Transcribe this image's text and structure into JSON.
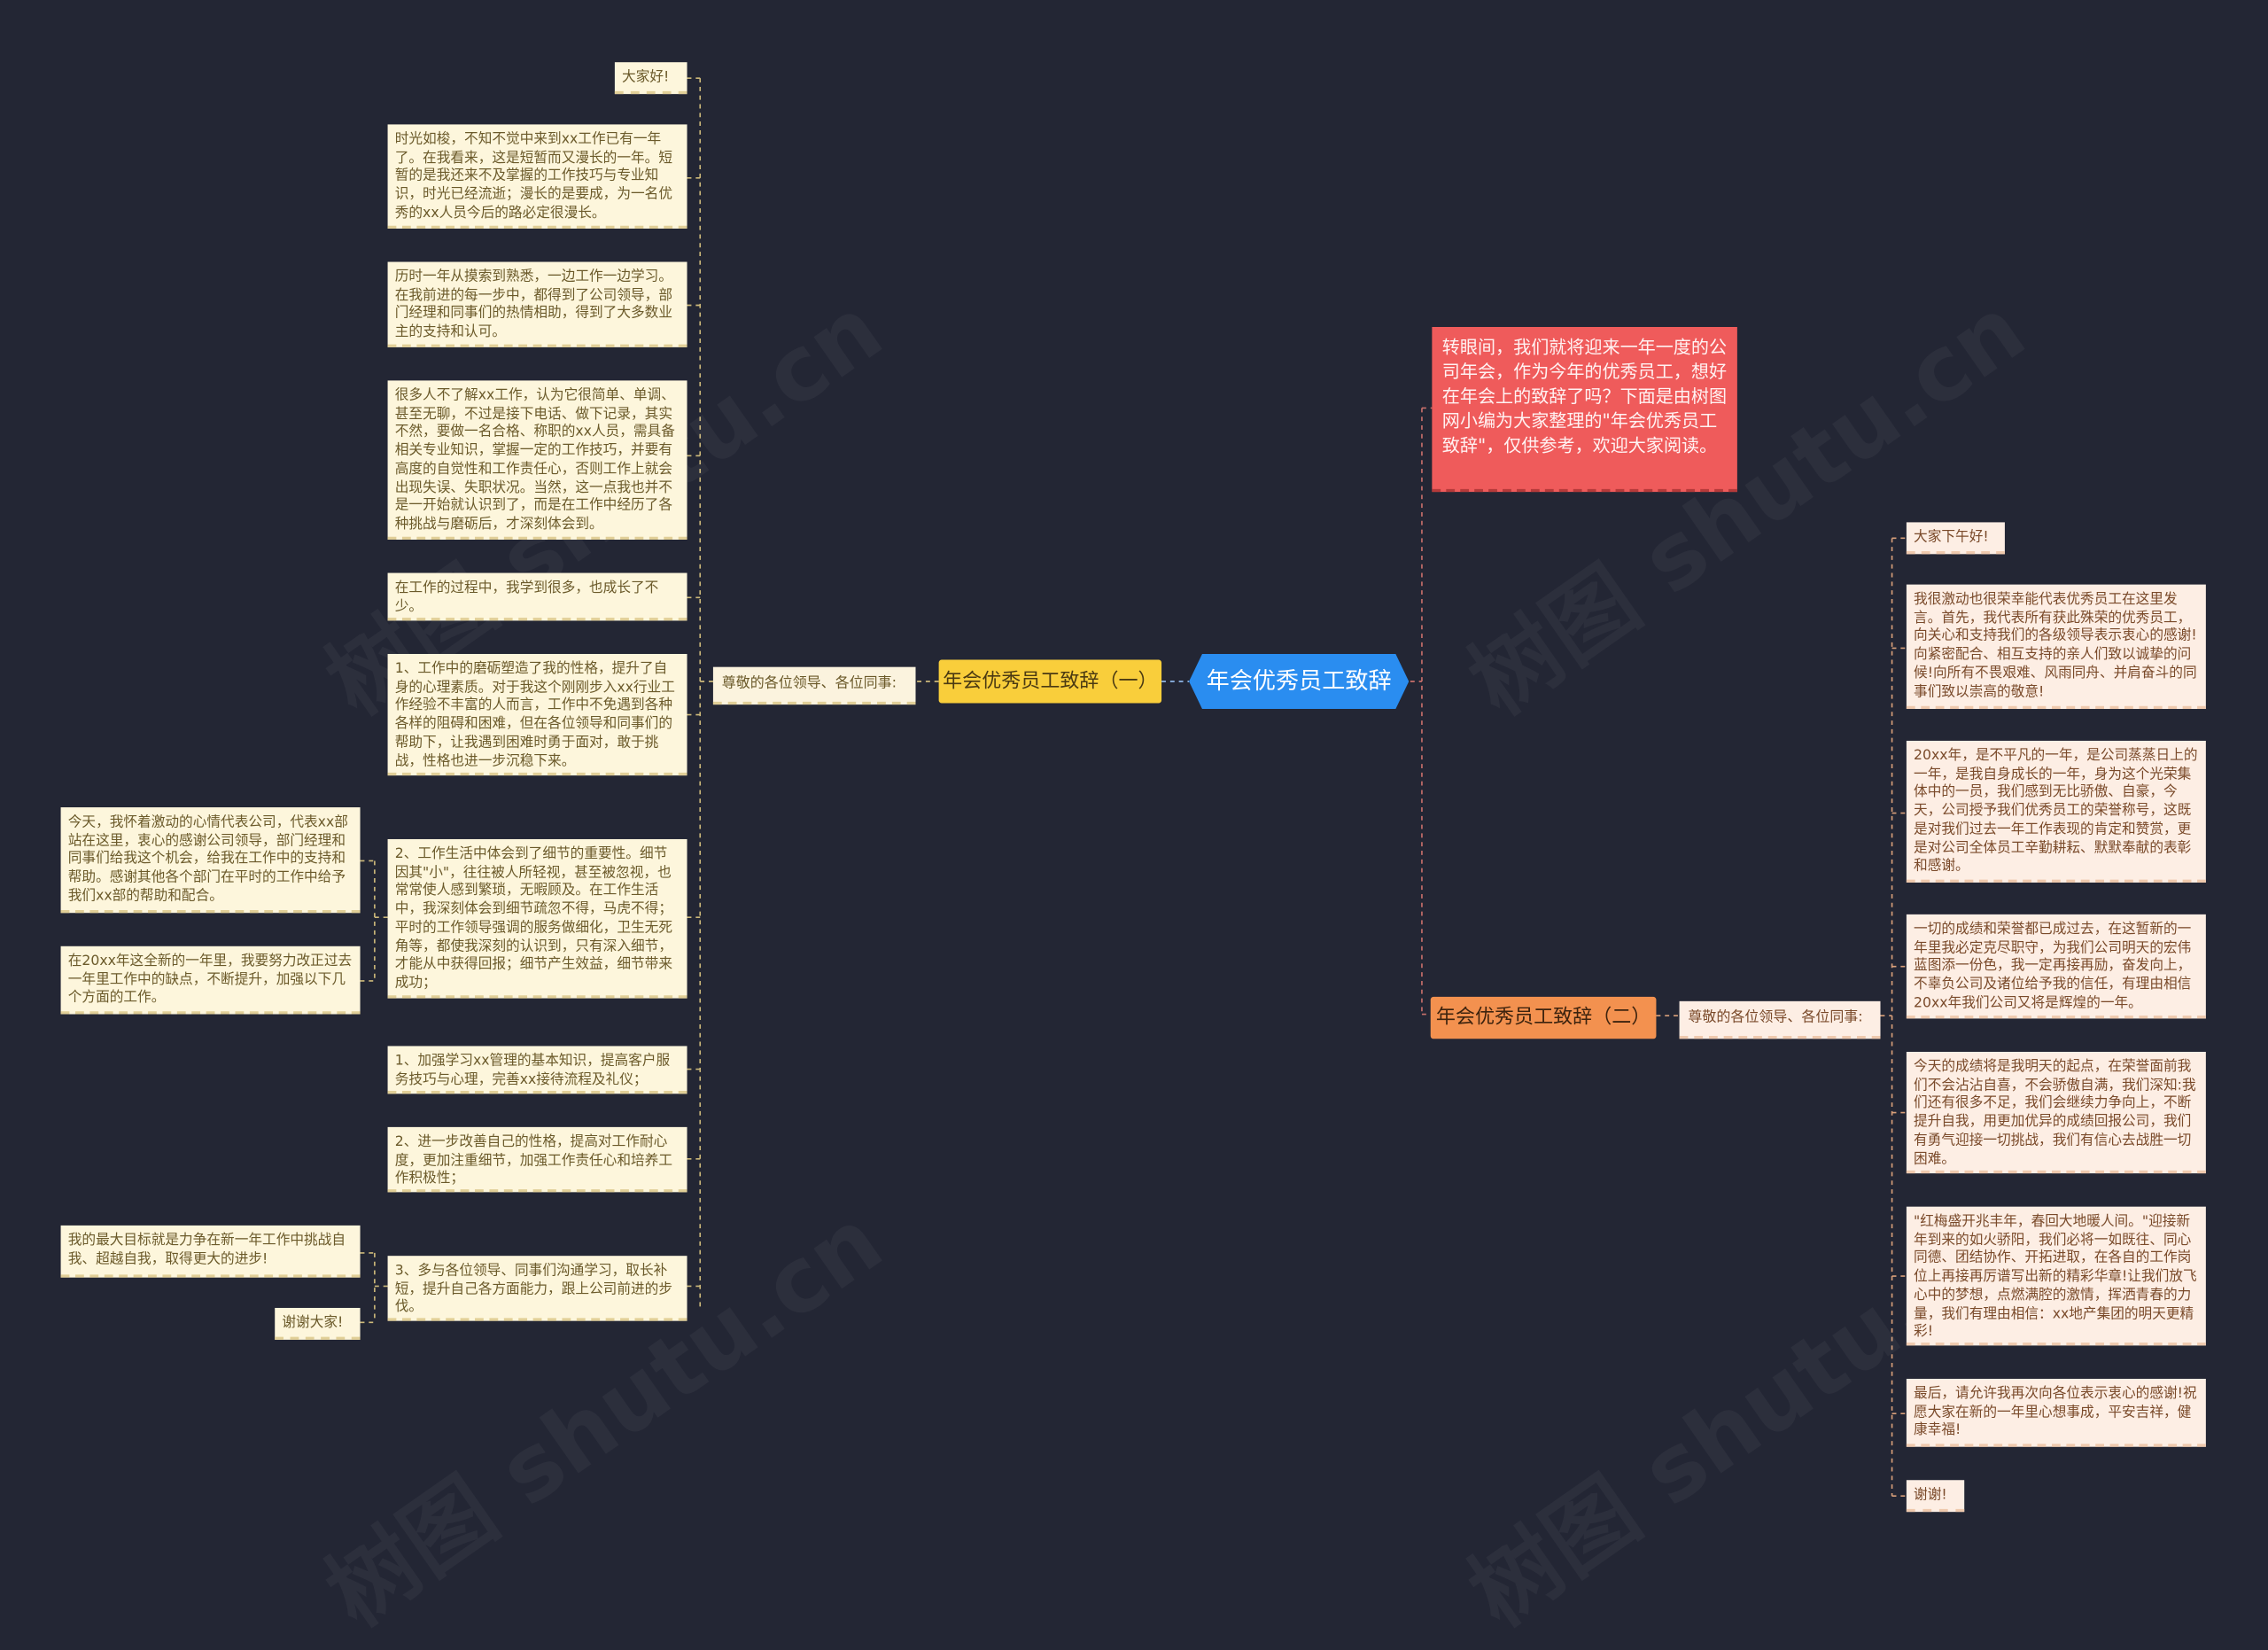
{
  "center": "年会优秀员工致辞",
  "intro": "转眼间，我们就将迎来一年一度的公司年会，作为今年的优秀员工，想好在年会上的致辞了吗？下面是由树图网小编为大家整理的\"年会优秀员工致辞\"，仅供参考，欢迎大家阅读。",
  "watermark": "树图 shutu.cn",
  "left": {
    "branch": "年会优秀员工致辞（一）",
    "greeting": "尊敬的各位领导、各位同事:",
    "items": [
      "大家好!",
      "时光如梭，不知不觉中来到xx工作已有一年了。在我看来，这是短暂而又漫长的一年。短暂的是我还来不及掌握的工作技巧与专业知识，时光已经流逝；漫长的是要成，为一名优秀的xx人员今后的路必定很漫长。",
      "历时一年从摸索到熟悉，一边工作一边学习。在我前进的每一步中，都得到了公司领导，部门经理和同事们的热情相助，得到了大多数业主的支持和认可。",
      "很多人不了解xx工作，认为它很简单、单调、甚至无聊，不过是接下电话、做下记录，其实不然，要做一名合格、称职的xx人员，需具备相关专业知识，掌握一定的工作技巧，并要有高度的自觉性和工作责任心，否则工作上就会出现失误、失职状况。当然，这一点我也并不是一开始就认识到了，而是在工作中经历了各种挑战与磨砺后，才深刻体会到。",
      "在工作的过程中，我学到很多，也成长了不少。",
      "1、工作中的磨砺塑造了我的性格，提升了自身的心理素质。对于我这个刚刚步入xx行业工作经验不丰富的人而言，工作中不免遇到各种各样的阻碍和困难，但在各位领导和同事们的帮助下，让我遇到困难时勇于面对，敢于挑战，性格也进一步沉稳下来。",
      "2、工作生活中体会到了细节的重要性。细节因其\"小\"，往往被人所轻视，甚至被忽视，也常常使人感到繁琐，无暇顾及。在工作生活中，我深刻体会到细节疏忽不得，马虎不得；平时的工作领导强调的服务做细化，卫生无死角等，都使我深刻的认识到，只有深入细节，才能从中获得回报；细节产生效益，细节带来成功；",
      "1、加强学习xx管理的基本知识，提高客户服务技巧与心理，完善xx接待流程及礼仪；",
      "2、进一步改善自己的性格，提高对工作耐心度，更加注重细节，加强工作责任心和培养工作积极性；",
      "3、多与各位领导、同事们沟通学习，取长补短，提升自己各方面能力，跟上公司前进的步伐。"
    ],
    "far": [
      "今天，我怀着激动的心情代表公司，代表xx部站在这里，衷心的感谢公司领导，部门经理和同事们给我这个机会，给我在工作中的支持和帮助。感谢其他各个部门在平时的工作中给予我们xx部的帮助和配合。",
      "在20xx年这全新的一年里，我要努力改正过去一年里工作中的缺点，不断提升，加强以下几个方面的工作。",
      "我的最大目标就是力争在新一年工作中挑战自我、超越自我，取得更大的进步!",
      "谢谢大家!"
    ]
  },
  "right": {
    "branch": "年会优秀员工致辞（二）",
    "greeting": "尊敬的各位领导、各位同事:",
    "items": [
      "大家下午好!",
      "我很激动也很荣幸能代表优秀员工在这里发言。首先，我代表所有获此殊荣的优秀员工，向关心和支持我们的各级领导表示衷心的感谢!向紧密配合、相互支持的亲人们致以诚挚的问候!向所有不畏艰难、风雨同舟、并肩奋斗的同事们致以崇高的敬意!",
      "20xx年，是不平凡的一年，是公司蒸蒸日上的一年，是我自身成长的一年，身为这个光荣集体中的一员，我们感到无比骄傲、自豪，今天，公司授予我们优秀员工的荣誉称号，这既是对我们过去一年工作表现的肯定和赞赏，更是对公司全体员工辛勤耕耘、默默奉献的表彰和感谢。",
      "一切的成绩和荣誉都已成过去，在这暂新的一年里我必定克尽职守，为我们公司明天的宏伟蓝图添一份色，我一定再接再励，奋发向上，不辜负公司及诸位给予我的信任，有理由相信20xx年我们公司又将是辉煌的一年。",
      "今天的成绩将是我明天的起点，在荣誉面前我们不会沾沾自喜，不会骄傲自满，我们深知:我们还有很多不足，我们会继续力争向上，不断提升自我，用更加优异的成绩回报公司，我们有勇气迎接一切挑战，我们有信心去战胜一切困难。",
      "\"红梅盛开兆丰年，春回大地暖人间。\"迎接新年到来的如火骄阳，我们必将一如既往、同心同德、团结协作、开拓进取，在各自的工作岗位上再接再厉谱写出新的精彩华章!让我们放飞心中的梦想，点燃满腔的激情，挥洒青春的力量，我们有理由相信：xx地产集团的明天更精彩!",
      "最后，请允许我再次向各位表示衷心的感谢!祝愿大家在新的一年里心想事成，平安吉祥，健康幸福!",
      "谢谢!"
    ]
  }
}
